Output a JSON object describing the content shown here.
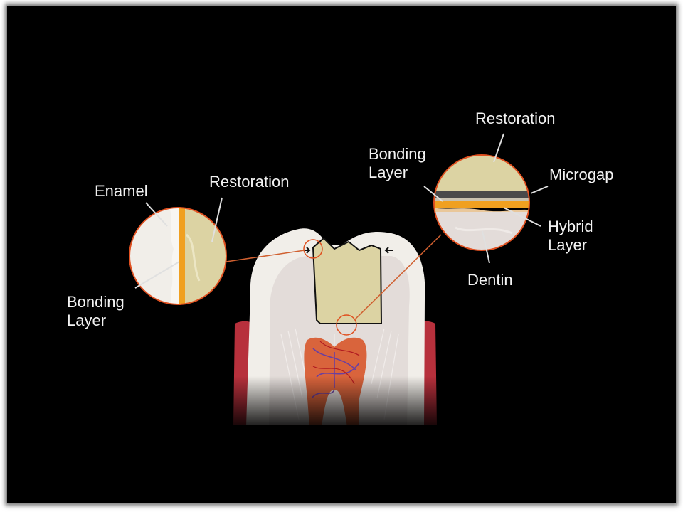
{
  "labels": {
    "enamel": "Enamel",
    "restoration_left": "Restoration",
    "bonding_layer_left": "Bonding\nLayer",
    "restoration_right": "Restoration",
    "bonding_layer_right": "Bonding\nLayer",
    "microgap": "Microgap",
    "hybrid_layer": "Hybrid\nLayer",
    "dentin": "Dentin"
  },
  "colors": {
    "background": "#000000",
    "enamel": "#f1eee9",
    "restoration": "#dcd3a3",
    "bonding_layer": "#f0a020",
    "microgap": "#4a4a4a",
    "dentin": "#e3dcd9",
    "pulp": "#d9643c",
    "gum": "#b7303c",
    "leader_line": "#e0e0e0"
  }
}
